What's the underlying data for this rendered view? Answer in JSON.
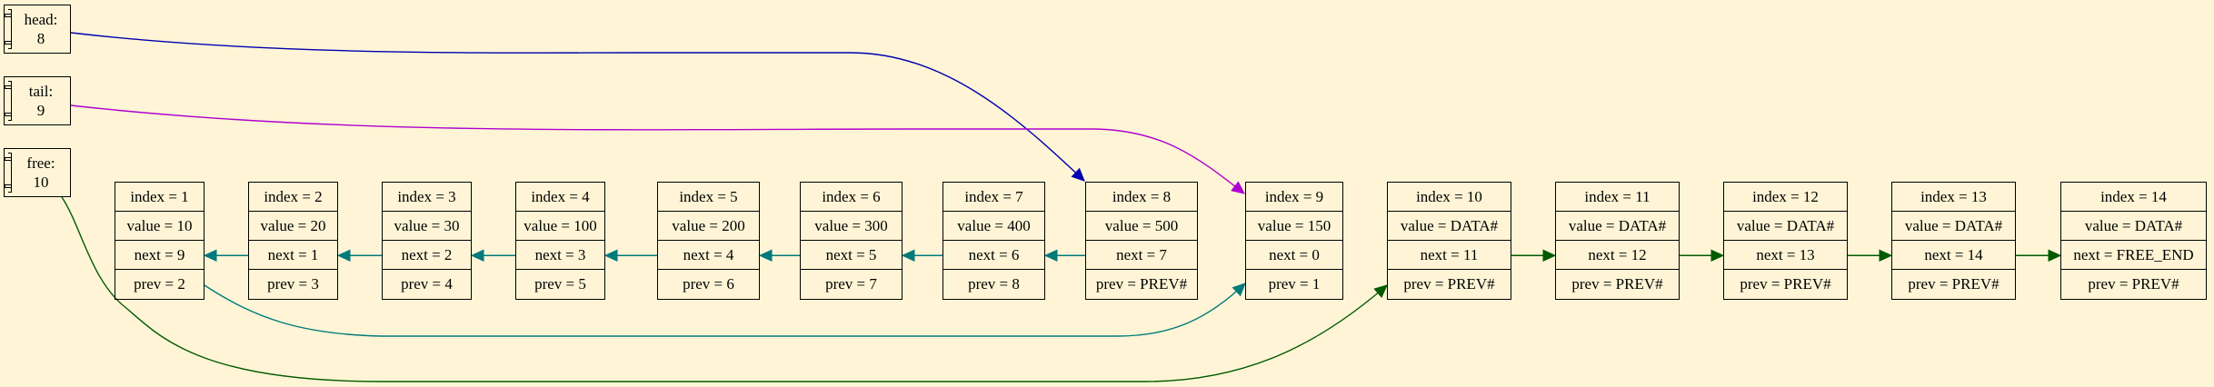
{
  "pointers": [
    {
      "id": "head",
      "name": "head:",
      "value": "8"
    },
    {
      "id": "tail",
      "name": "tail:",
      "value": "9"
    },
    {
      "id": "free",
      "name": "free:",
      "value": "10"
    }
  ],
  "nodes": [
    {
      "index": "index = 1",
      "value": "value = 10",
      "next": "next = 9",
      "prev": "prev = 2"
    },
    {
      "index": "index = 2",
      "value": "value = 20",
      "next": "next = 1",
      "prev": "prev = 3"
    },
    {
      "index": "index = 3",
      "value": "value = 30",
      "next": "next = 2",
      "prev": "prev = 4"
    },
    {
      "index": "index = 4",
      "value": "value = 100",
      "next": "next = 3",
      "prev": "prev = 5"
    },
    {
      "index": "index = 5",
      "value": "value = 200",
      "next": "next = 4",
      "prev": "prev = 6"
    },
    {
      "index": "index = 6",
      "value": "value = 300",
      "next": "next = 5",
      "prev": "prev = 7"
    },
    {
      "index": "index = 7",
      "value": "value = 400",
      "next": "next = 6",
      "prev": "prev = 8"
    },
    {
      "index": "index = 8",
      "value": "value = 500",
      "next": "next = 7",
      "prev": "prev = PREV#"
    },
    {
      "index": "index = 9",
      "value": "value = 150",
      "next": "next = 0",
      "prev": "prev = 1"
    },
    {
      "index": "index = 10",
      "value": "value = DATA#",
      "next": "next = 11",
      "prev": "prev = PREV#"
    },
    {
      "index": "index = 11",
      "value": "value = DATA#",
      "next": "next = 12",
      "prev": "prev = PREV#"
    },
    {
      "index": "index = 12",
      "value": "value = DATA#",
      "next": "next = 13",
      "prev": "prev = PREV#"
    },
    {
      "index": "index = 13",
      "value": "value = DATA#",
      "next": "next = 14",
      "prev": "prev = PREV#"
    },
    {
      "index": "index = 14",
      "value": "value = DATA#",
      "next": "next = FREE_END",
      "prev": "prev = PREV#"
    }
  ],
  "colors": {
    "background": "#fff5d6",
    "head_edge": "#0000b0",
    "tail_edge": "#b000d0",
    "list_edge": "#007a7a",
    "free_edge": "#005a00"
  }
}
